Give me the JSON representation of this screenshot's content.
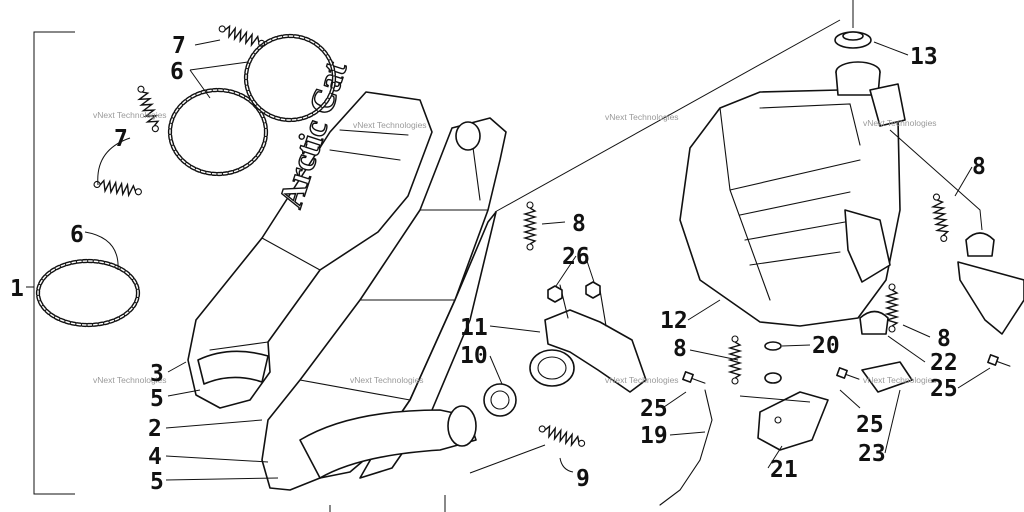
{
  "brand_text": "Arctic Cat",
  "watermark": "vNext Technologies",
  "callouts": {
    "c1": "1",
    "c2": "2",
    "c3": "3",
    "c4": "4",
    "c5a": "5",
    "c5b": "5",
    "c6a": "6",
    "c6b": "6",
    "c7a": "7",
    "c7b": "7",
    "c8a": "8",
    "c8b": "8",
    "c8c": "8",
    "c8d": "8",
    "c9": "9",
    "c10": "10",
    "c11": "11",
    "c12": "12",
    "c13": "13",
    "c19": "19",
    "c20": "20",
    "c21": "21",
    "c22": "22",
    "c23": "23",
    "c25a": "25",
    "c25b": "25",
    "c25c": "25",
    "c26": "26"
  },
  "icons": {
    "exhaust_pipe": "expansion-chamber-icon",
    "heat_shield": "heat-shield-icon",
    "muffler": "muffler-canister-icon",
    "spring": "exhaust-spring-icon",
    "chain_ring": "spring-chain-icon",
    "bolt": "bolt-icon"
  }
}
